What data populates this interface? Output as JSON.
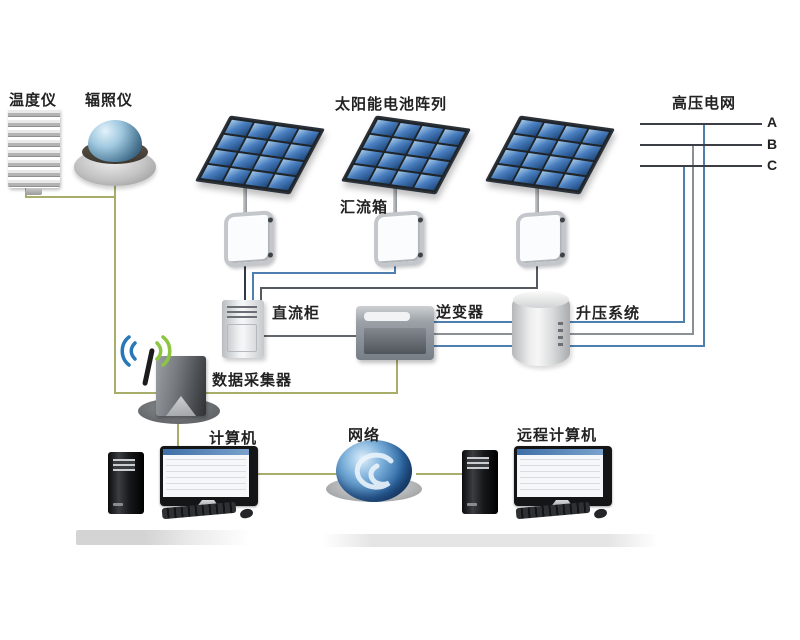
{
  "diagram": {
    "type": "solar-pv-plant-monitoring-topology",
    "labels": {
      "temperature_sensor": "温度仪",
      "irradiance_sensor": "辐照仪",
      "solar_array": "太阳能电池阵列",
      "combiner_box": "汇流箱",
      "hv_grid": "高压电网",
      "phase_a": "A",
      "phase_b": "B",
      "phase_c": "C",
      "dc_cabinet": "直流柜",
      "inverter": "逆变器",
      "boost_system": "升压系统",
      "data_collector": "数据采集器",
      "computer": "计算机",
      "network": "网络",
      "remote_computer": "远程计算机"
    },
    "colors": {
      "sensor_data_wire": "#a9ad6a",
      "dc_wire_dark": "#2f3a48",
      "dc_wire_blue": "#4f7fae",
      "dc_wire_gray": "#54595f",
      "ac_phase_blue": "#4f7fae",
      "ac_phase_gray": "#8a9096",
      "grid_bus_line": "#3b3e44",
      "panel_cell_blue": "#4a7fc0",
      "wifi_wave_blue": "#2878b8",
      "wifi_wave_green": "#8cc63f",
      "label_text": "#222222"
    }
  }
}
